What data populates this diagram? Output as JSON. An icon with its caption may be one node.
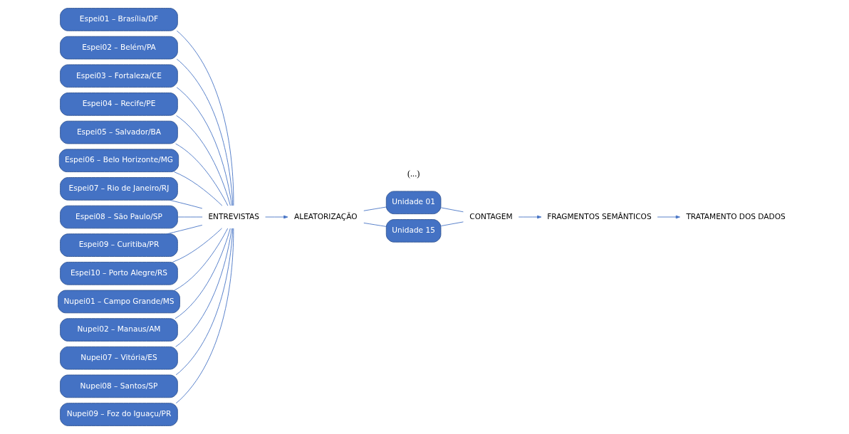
{
  "diagram": {
    "nodes": [
      {
        "text": [
          "Espei01 – Brasília/DF"
        ]
      },
      {
        "text": [
          "Espei02 – Belém/PA"
        ]
      },
      {
        "text": [
          "Espei03 – Fortaleza/CE"
        ]
      },
      {
        "text": [
          "Espei04 – Recife/PE"
        ]
      },
      {
        "text": [
          "Espei05 – Salvador/BA"
        ]
      },
      {
        "text": [
          "Espei06 – Belo Horizonte/MG"
        ]
      },
      {
        "text": [
          "Espei07 – Rio de Janeiro/RJ"
        ]
      },
      {
        "text": [
          "Espei08 – São Paulo/SP"
        ]
      },
      {
        "text": [
          "Espei09 – Curitiba/PR"
        ]
      },
      {
        "text": [
          "Espei10 – Porto Alegre/RS"
        ]
      },
      {
        "text": [
          "Nupei01 – Campo Grande/MS"
        ]
      },
      {
        "text": [
          "Nupei02 – Manaus/AM"
        ]
      },
      {
        "text": [
          "Nupei07 – Vitória/ES"
        ]
      },
      {
        "text": [
          "Nupei08 – Santos/SP"
        ]
      },
      {
        "text": [
          "Nupei09 – Foz do Iguaçu/PR"
        ]
      },
      {
        "text": [
          "ENTREVISTAS"
        ]
      },
      {
        "text": [
          "ALEATORIZAÇÃO"
        ]
      },
      {
        "text": [
          "Unidade 01"
        ]
      },
      {
        "text": [
          "Unidade 15"
        ]
      },
      {
        "text": [
          "CONTAGEM"
        ]
      },
      {
        "text": [
          "FRAGMENTOS SEMÂNTICOS"
        ]
      },
      {
        "text": [
          "TRATAMENTO DOS DADOS"
        ]
      }
    ],
    "edges": [
      {
        "from": 0,
        "to": 15,
        "arrow": "none"
      },
      {
        "from": 1,
        "to": 15,
        "arrow": "none"
      },
      {
        "from": 2,
        "to": 15,
        "arrow": "none"
      },
      {
        "from": 3,
        "to": 15,
        "arrow": "none"
      },
      {
        "from": 4,
        "to": 15,
        "arrow": "none"
      },
      {
        "from": 5,
        "to": 15,
        "arrow": "none"
      },
      {
        "from": 6,
        "to": 15,
        "arrow": "none"
      },
      {
        "from": 7,
        "to": 15,
        "arrow": "none"
      },
      {
        "from": 8,
        "to": 15,
        "arrow": "none"
      },
      {
        "from": 9,
        "to": 15,
        "arrow": "none"
      },
      {
        "from": 10,
        "to": 15,
        "arrow": "none"
      },
      {
        "from": 11,
        "to": 15,
        "arrow": "none"
      },
      {
        "from": 12,
        "to": 15,
        "arrow": "none"
      },
      {
        "from": 13,
        "to": 15,
        "arrow": "none"
      },
      {
        "from": 14,
        "to": 15,
        "arrow": "none"
      },
      {
        "from": 15,
        "to": 16,
        "arrow": "to"
      },
      {
        "from": 16,
        "to": 17,
        "arrow": "none"
      },
      {
        "from": 16,
        "to": 18,
        "arrow": "none"
      },
      {
        "from": 17,
        "to": 19,
        "arrow": "none"
      },
      {
        "from": 18,
        "to": 19,
        "arrow": "none"
      },
      {
        "from": 19,
        "to": 20,
        "arrow": "to"
      },
      {
        "from": 20,
        "to": 21,
        "arrow": "to"
      }
    ],
    "labels": [
      "(...)"
    ]
  }
}
